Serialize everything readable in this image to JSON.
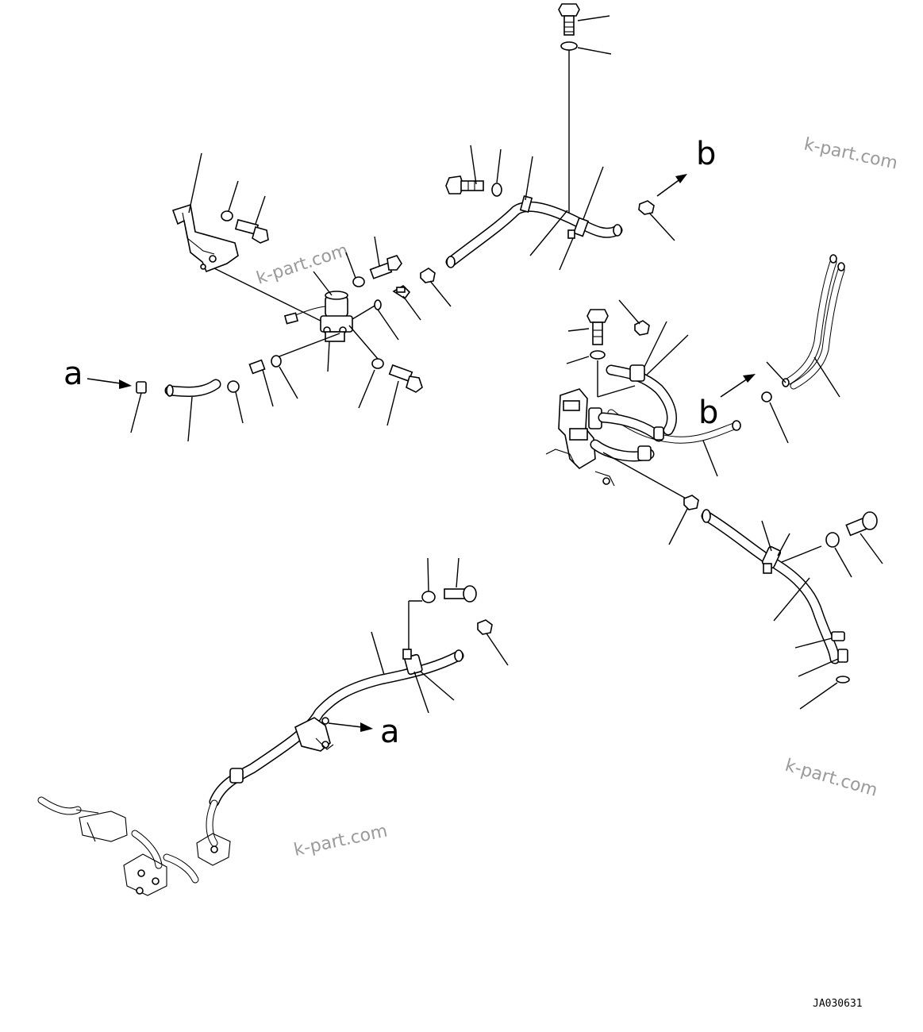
{
  "references": {
    "a_left": "a",
    "a_bottom": "a",
    "b_top": "b",
    "b_mid": "b"
  },
  "watermarks": [
    "k-part.com",
    "k-part.com",
    "k-part.com",
    "k-part.com"
  ],
  "drawing_code": "JA030631"
}
